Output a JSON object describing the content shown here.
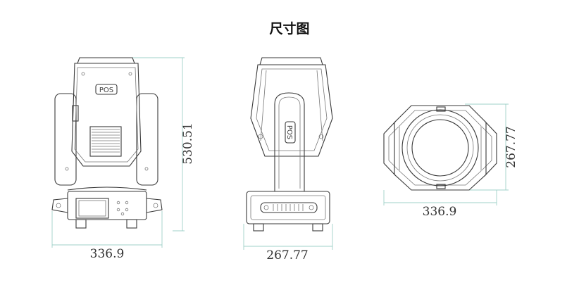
{
  "title": "尺寸图",
  "views": {
    "front": {
      "height_label": "530.51",
      "width_label": "336.9",
      "logo_text": "POS"
    },
    "side": {
      "width_label": "267.77",
      "logo_text": "POS"
    },
    "top": {
      "width_label": "336.9",
      "height_label": "267.77"
    }
  },
  "colors": {
    "line": "#3a3a3a",
    "dimension": "#9fd0c8",
    "text": "#333333"
  }
}
